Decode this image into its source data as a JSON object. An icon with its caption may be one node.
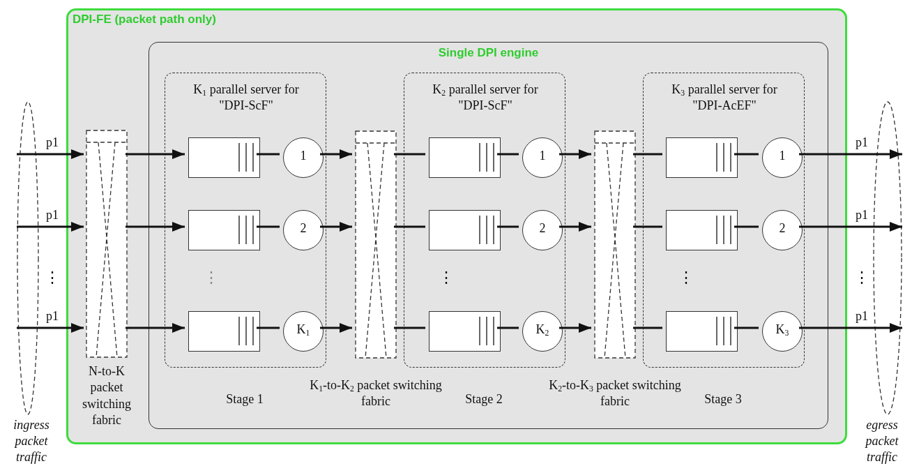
{
  "diagram": {
    "nodes": [
      {
        "text": [
          "DPI-FE (packet path only)"
        ]
      },
      {
        "text": [
          "Single DPI engine"
        ],
        "in": 0
      },
      {
        "text": [],
        "shape": "ellipse",
        "beside": [
          "ingress packet traffic"
        ]
      },
      {
        "text": [],
        "shape": "box",
        "in": 0,
        "beside": [
          "N-to-K packet switching fabric"
        ]
      },
      {
        "text": [
          "K$_{1}$ parallel server for \"DPI-ScF\""
        ],
        "in": 1,
        "beside": [
          "Stage 1"
        ]
      },
      {
        "text": [],
        "shape": "box",
        "in": 4
      },
      {
        "text": [],
        "shape": "box",
        "in": 4
      },
      {
        "text": [],
        "shape": "box",
        "in": 4
      },
      {
        "text": [
          "1"
        ],
        "in": 4
      },
      {
        "text": [
          "2"
        ],
        "in": 4
      },
      {
        "text": [
          "K$_{1}$"
        ],
        "in": 4
      },
      {
        "text": [],
        "shape": "box",
        "in": 1,
        "beside": [
          "K$_{1}$-to-K$_{2}$ packet switching fabric"
        ]
      },
      {
        "text": [
          "K$_{2}$ parallel server for \"DPI-ScF\""
        ],
        "in": 1,
        "beside": [
          "Stage 2"
        ]
      },
      {
        "text": [],
        "shape": "box",
        "in": 12
      },
      {
        "text": [],
        "shape": "box",
        "in": 12
      },
      {
        "text": [],
        "shape": "box",
        "in": 12
      },
      {
        "text": [
          "1"
        ],
        "in": 12
      },
      {
        "text": [
          "2"
        ],
        "in": 12
      },
      {
        "text": [
          "K$_{2}$"
        ],
        "in": 12
      },
      {
        "text": [],
        "shape": "box",
        "in": 1,
        "beside": [
          "K$_{2}$-to-K$_{3}$ packet switching fabric"
        ]
      },
      {
        "text": [
          "K$_{3}$ parallel server for \"DPI-AcEF\""
        ],
        "in": 1,
        "beside": [
          "Stage 3"
        ]
      },
      {
        "text": [],
        "shape": "box",
        "in": 20
      },
      {
        "text": [],
        "shape": "box",
        "in": 20
      },
      {
        "text": [],
        "shape": "box",
        "in": 20
      },
      {
        "text": [
          "1"
        ],
        "in": 20
      },
      {
        "text": [
          "2"
        ],
        "in": 20
      },
      {
        "text": [
          "K$_{3}$"
        ],
        "in": 20
      },
      {
        "text": [],
        "shape": "ellipse",
        "beside": [
          "egress packet traffic"
        ]
      }
    ],
    "edges": [
      {
        "from": 2,
        "to": 3,
        "arrow": "to",
        "label": "p1"
      },
      {
        "from": 2,
        "to": 3,
        "arrow": "to",
        "label": "p1"
      },
      {
        "from": 2,
        "to": 3,
        "arrow": "to",
        "label": "p1"
      },
      {
        "from": 3,
        "to": 5,
        "arrow": "to"
      },
      {
        "from": 3,
        "to": 6,
        "arrow": "to"
      },
      {
        "from": 3,
        "to": 7,
        "arrow": "to"
      },
      {
        "from": 5,
        "to": 8,
        "arrow": "none"
      },
      {
        "from": 6,
        "to": 9,
        "arrow": "none"
      },
      {
        "from": 7,
        "to": 10,
        "arrow": "none"
      },
      {
        "from": 8,
        "to": 11,
        "arrow": "to"
      },
      {
        "from": 9,
        "to": 11,
        "arrow": "to"
      },
      {
        "from": 10,
        "to": 11,
        "arrow": "to"
      },
      {
        "from": 11,
        "to": 13,
        "arrow": "none"
      },
      {
        "from": 11,
        "to": 14,
        "arrow": "none"
      },
      {
        "from": 11,
        "to": 15,
        "arrow": "none"
      },
      {
        "from": 13,
        "to": 16,
        "arrow": "none"
      },
      {
        "from": 14,
        "to": 17,
        "arrow": "none"
      },
      {
        "from": 15,
        "to": 18,
        "arrow": "none"
      },
      {
        "from": 16,
        "to": 19,
        "arrow": "to"
      },
      {
        "from": 17,
        "to": 19,
        "arrow": "to"
      },
      {
        "from": 18,
        "to": 19,
        "arrow": "to"
      },
      {
        "from": 19,
        "to": 21,
        "arrow": "none"
      },
      {
        "from": 19,
        "to": 22,
        "arrow": "none"
      },
      {
        "from": 19,
        "to": 23,
        "arrow": "none"
      },
      {
        "from": 21,
        "to": 24,
        "arrow": "none"
      },
      {
        "from": 22,
        "to": 25,
        "arrow": "none"
      },
      {
        "from": 23,
        "to": 26,
        "arrow": "none"
      },
      {
        "from": 24,
        "to": 27,
        "arrow": "to",
        "label": "p1"
      },
      {
        "from": 25,
        "to": 27,
        "arrow": "to",
        "label": "p1"
      },
      {
        "from": 26,
        "to": 27,
        "arrow": "to",
        "label": "p1"
      }
    ],
    "labels": [
      "⋮",
      "⋮",
      "⋮",
      "⋮",
      "⋮"
    ]
  }
}
